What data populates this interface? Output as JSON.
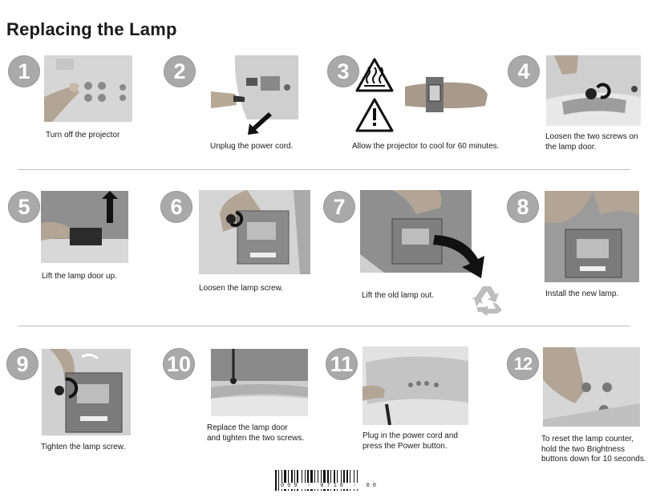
{
  "title": "Replacing the Lamp",
  "steps": [
    {
      "number": "1",
      "caption": "Turn off the projector"
    },
    {
      "number": "2",
      "caption": "Unplug the power cord."
    },
    {
      "number": "3",
      "caption": "Allow the projector to cool for 60 minutes."
    },
    {
      "number": "4",
      "caption_lines": [
        "Loosen the two screws on",
        "the lamp door."
      ]
    },
    {
      "number": "5",
      "caption": "Lift the lamp door up."
    },
    {
      "number": "6",
      "caption": "Loosen the lamp screw."
    },
    {
      "number": "7",
      "caption": "Lift the old lamp out."
    },
    {
      "number": "8",
      "caption": "Install the new lamp."
    },
    {
      "number": "9",
      "caption": "Tighten the lamp screw."
    },
    {
      "number": "10",
      "caption_lines": [
        "Replace the lamp door",
        "and tighten the two screws."
      ]
    },
    {
      "number": "11",
      "caption_lines": [
        "Plug in the power cord and",
        "press the Power button."
      ]
    },
    {
      "number": "12",
      "caption_lines": [
        "To reset the lamp counter,",
        "hold the two Brightness",
        "buttons down for 10 seconds."
      ]
    }
  ],
  "barcode": {
    "text": "009 - 0718 - 00"
  },
  "icons": {
    "hot_surface": "hot-surface-warning-icon",
    "caution": "caution-warning-icon",
    "recycle": "recycle-icon",
    "arrow": "arrow-icon"
  },
  "colors": {
    "badge": "#a9a9a9",
    "photo": "#bdbdbd",
    "text": "#1a1a1a",
    "divider": "#bdbdbd"
  }
}
